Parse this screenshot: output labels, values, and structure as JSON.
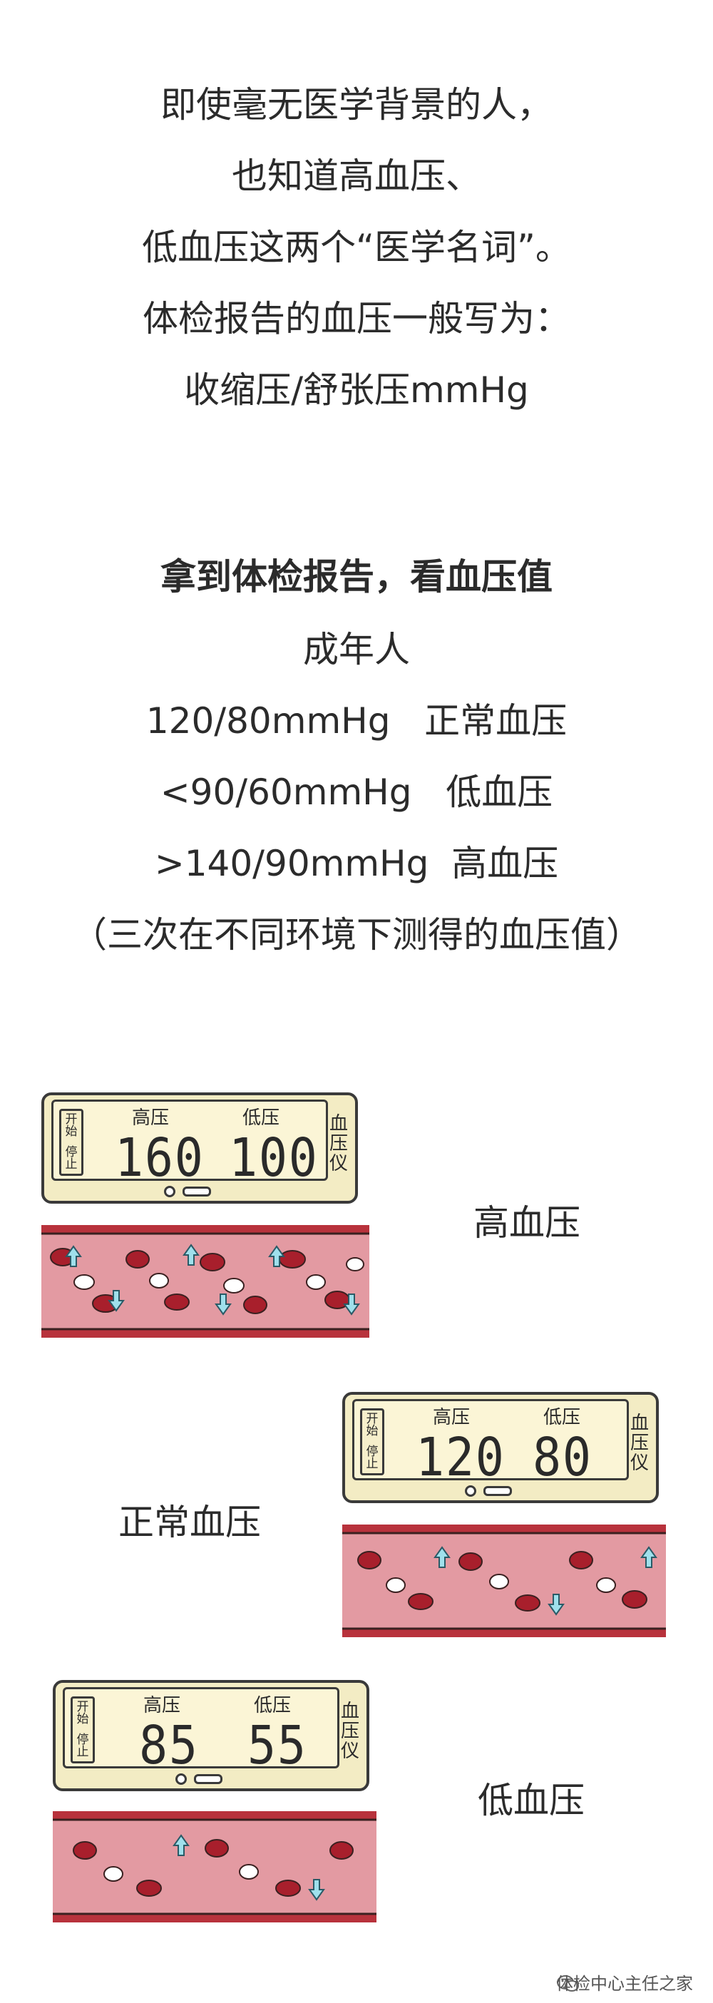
{
  "intro": {
    "lines": [
      "即使毫无医学背景的人，",
      "也知道高血压、",
      "低血压这两个“医学名词”。",
      "体检报告的血压一般写为：",
      "收缩压/舒张压mmHg"
    ]
  },
  "values": {
    "heading": "拿到体检报告，看血压值",
    "group": "成年人",
    "rows": [
      "120/80mmHg   正常血压",
      "<90/60mmHg   低血压",
      ">140/90mmHg  高血压"
    ],
    "note": "（三次在不同环境下测得的血压值）"
  },
  "monitor_labels": {
    "start": "开始",
    "stop": "停止",
    "high": "高压",
    "low": "低压",
    "device": "血压仪"
  },
  "examples": [
    {
      "label": "高血压",
      "high_value": "160",
      "low_value": "100"
    },
    {
      "label": "正常血压",
      "high_value": "120",
      "low_value": "80"
    },
    {
      "label": "低血压",
      "high_value": "85",
      "low_value": "55"
    }
  ],
  "watermark": "体检中心主任之家",
  "colors": {
    "vessel_wall": "#b8323c",
    "vessel_lumen": "#e39aa2",
    "red_cell": "#a81f2c",
    "arrow": "#9fe0ec",
    "monitor_body": "#f3ecc4"
  }
}
